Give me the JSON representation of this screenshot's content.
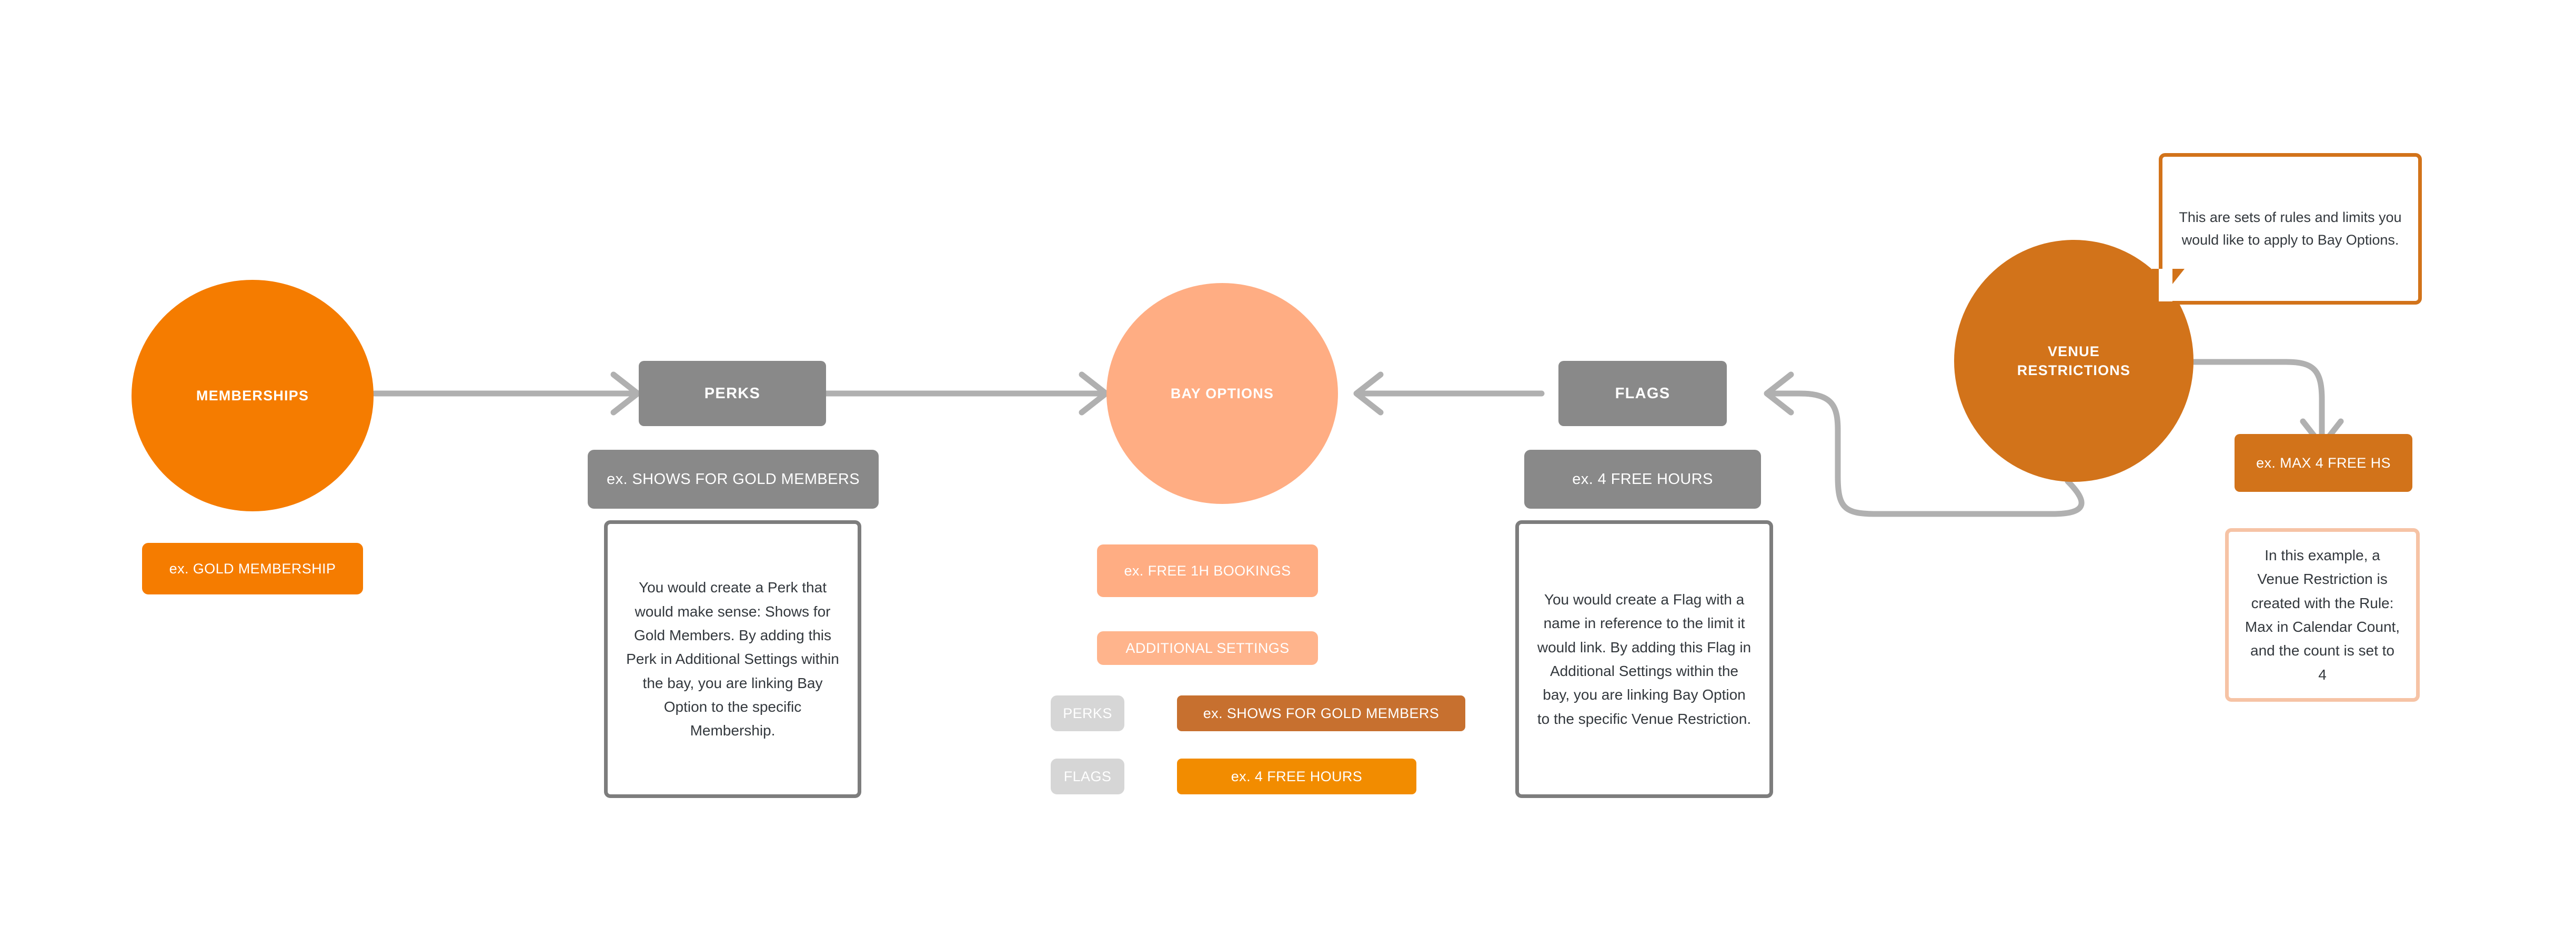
{
  "diagram": {
    "title": "Bay Options relationship diagram",
    "colors": {
      "orange": "#F57C00",
      "peach": "#FFAD83",
      "dark_orange": "#D2731A",
      "gray": "#898989",
      "light_gray": "#D6D6D6",
      "connector_gray": "#B0B0B0",
      "border_gray": "#7D7D7D",
      "border_peach": "#F6C3A5",
      "brown_chip": "#C7702F",
      "amber_chip": "#F28C00",
      "text_dark": "#33383D"
    }
  },
  "memberships": {
    "circle_label": "MEMBERSHIPS",
    "example_chip": "ex. GOLD MEMBERSHIP"
  },
  "perks": {
    "node_label": "PERKS",
    "example_chip": "ex. SHOWS FOR GOLD MEMBERS",
    "description": "You would create a Perk that would make sense: Shows for Gold Members. By adding this Perk in Additional Settings within the bay, you are linking Bay Option to the specific Membership."
  },
  "bay_options": {
    "circle_label": "BAY OPTIONS",
    "example_chip": "ex. FREE 1H BOOKINGS",
    "additional_settings_label": "ADDITIONAL SETTINGS",
    "settings_rows": [
      {
        "label": "PERKS",
        "value": "ex. SHOWS FOR GOLD MEMBERS"
      },
      {
        "label": "FLAGS",
        "value": "ex. 4 FREE HOURS"
      }
    ]
  },
  "flags": {
    "node_label": "FLAGS",
    "example_chip": "ex. 4 FREE HOURS",
    "description": "You would create a Flag with a name in reference to the limit it would link. By adding this Flag in Additional Settings within the bay, you are linking Bay Option to the specific Venue Restriction."
  },
  "venue_restrictions": {
    "circle_label_line1": "VENUE",
    "circle_label_line2": "RESTRICTIONS",
    "callout": "This are sets of rules and limits you would like to apply to Bay Options.",
    "example_chip": "ex. MAX 4 FREE HS",
    "description": "In this example, a Venue Restriction is created with the Rule: Max in Calendar Count, and the count is set to 4"
  }
}
